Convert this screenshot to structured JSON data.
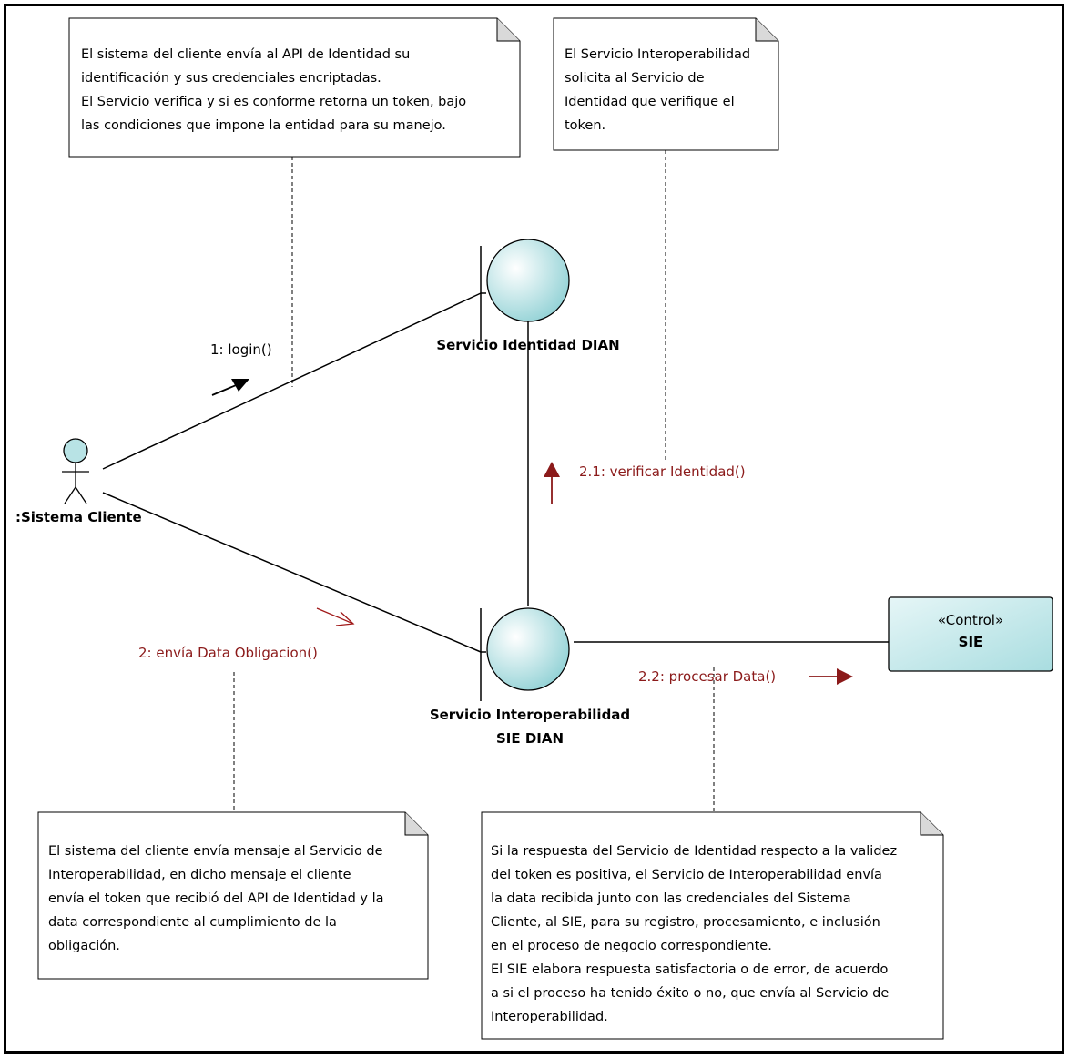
{
  "notes": {
    "top_left": [
      "El sistema del cliente envía al API de Identidad su",
      "identificación y sus credenciales encriptadas.",
      "El Servicio verifica y si es conforme retorna un token, bajo",
      "las condiciones que impone la entidad para su manejo."
    ],
    "top_right": [
      "El Servicio Interoperabilidad",
      "solicita al Servicio de",
      "Identidad que verifique el",
      "token."
    ],
    "bottom_left": [
      "El sistema del cliente envía mensaje al Servicio de",
      "Interoperabilidad, en dicho mensaje el cliente",
      "envía el token que recibió del API de Identidad y la",
      "data correspondiente al cumplimiento de la",
      "obligación."
    ],
    "bottom_right": [
      "Si la respuesta del Servicio de Identidad respecto a la validez",
      "del token es positiva, el Servicio de Interoperabilidad envía",
      "la data recibida junto con las credenciales del Sistema",
      "Cliente, al SIE, para su registro, procesamiento, e inclusión",
      "en el proceso de negocio correspondiente.",
      "El SIE elabora respuesta satisfactoria o de error, de acuerdo",
      "a si el proceso ha tenido éxito o no, que envía al Servicio de",
      "Interoperabilidad."
    ]
  },
  "elements": {
    "actor_label": ":Sistema Cliente",
    "identity_service_label": "Servicio Identidad DIAN",
    "interop_service_label_1": "Servicio Interoperabilidad",
    "interop_service_label_2": "SIE DIAN",
    "control_stereotype": "«Control»",
    "control_name": "SIE"
  },
  "messages": {
    "m1": "1: login()",
    "m2": "2: envía Data Obligacion()",
    "m21": "2.1: verificar Identidad()",
    "m22": "2.2: procesar Data()"
  },
  "colors": {
    "boundary_fill": "#b8e3e5",
    "control_fill": "#c4e8ea",
    "message_red": "#8b1a1a",
    "note_fill": "#ffffff"
  }
}
